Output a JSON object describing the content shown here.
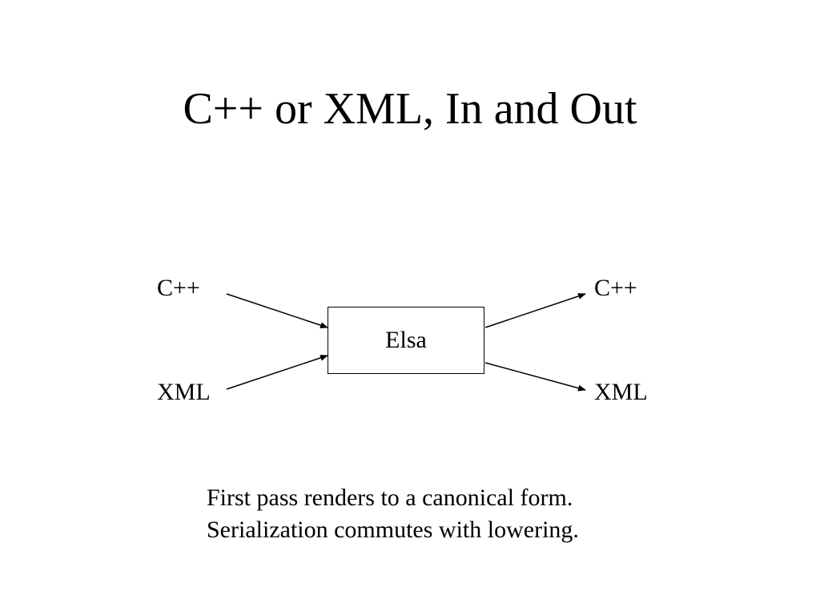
{
  "slide": {
    "title": "C++ or XML, In and Out"
  },
  "diagram": {
    "inputs": [
      {
        "label": "C++"
      },
      {
        "label": "XML"
      }
    ],
    "process": {
      "label": "Elsa"
    },
    "outputs": [
      {
        "label": "C++"
      },
      {
        "label": "XML"
      }
    ],
    "edges": [
      {
        "from": "C++",
        "to": "Elsa"
      },
      {
        "from": "XML",
        "to": "Elsa"
      },
      {
        "from": "Elsa",
        "to": "C++"
      },
      {
        "from": "Elsa",
        "to": "XML"
      }
    ]
  },
  "notes": [
    "First pass renders to a canonical form.",
    "Serialization commutes with lowering."
  ]
}
